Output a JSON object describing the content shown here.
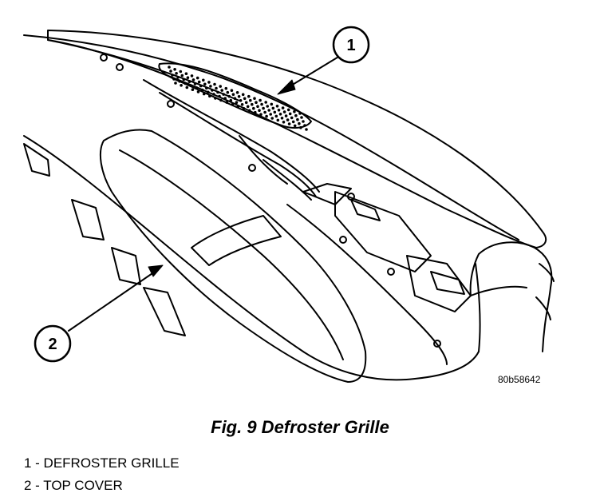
{
  "figure": {
    "id_code": "80b58642",
    "caption": "Fig. 9 Defroster Grille",
    "callouts": [
      {
        "number": "1",
        "label": "DEFROSTER GRILLE"
      },
      {
        "number": "2",
        "label": "TOP COVER"
      }
    ],
    "legend": [
      "1 - DEFROSTER GRILLE",
      "2 - TOP COVER"
    ]
  }
}
